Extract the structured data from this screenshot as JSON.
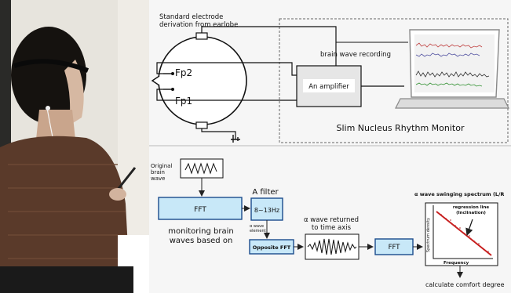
{
  "top": {
    "note": "Standard electrode\nderivation from earlobe",
    "electrode_fp2": "Fp2",
    "electrode_fp1": "Fp1",
    "recording_label": "brain wave recording",
    "amplifier_label": "An amplifier",
    "monitor_caption": "Slim Nucleus Rhythm Monitor"
  },
  "bottom": {
    "original_wave_label": "Original\nbrain\nwave",
    "fft_label": "FFT",
    "monitoring_caption": "monitoring brain\nwaves based on",
    "filter_title": "A filter",
    "filter_range": "8~13Hz",
    "alpha_element_label": "α wave\nelement",
    "opposite_fft_label": "Opposite FFT",
    "alpha_returned_label": "α  wave returned\nto time axis",
    "fft2_label": "FFT",
    "spectrum_title": "α wave swinging spectrum (L/R",
    "regression_label": "regression line\n(Inclination)",
    "y_axis_label": "Spectrum density",
    "x_axis_label": "Frequency",
    "comfort_caption": "calculate comfort degree"
  },
  "colors": {
    "box_fill": "#c8e8f8",
    "box_stroke": "#1a4c8c",
    "regression": "#c82020",
    "photo_bg": "#e9e6df",
    "sweater": "#5a3a2a"
  }
}
